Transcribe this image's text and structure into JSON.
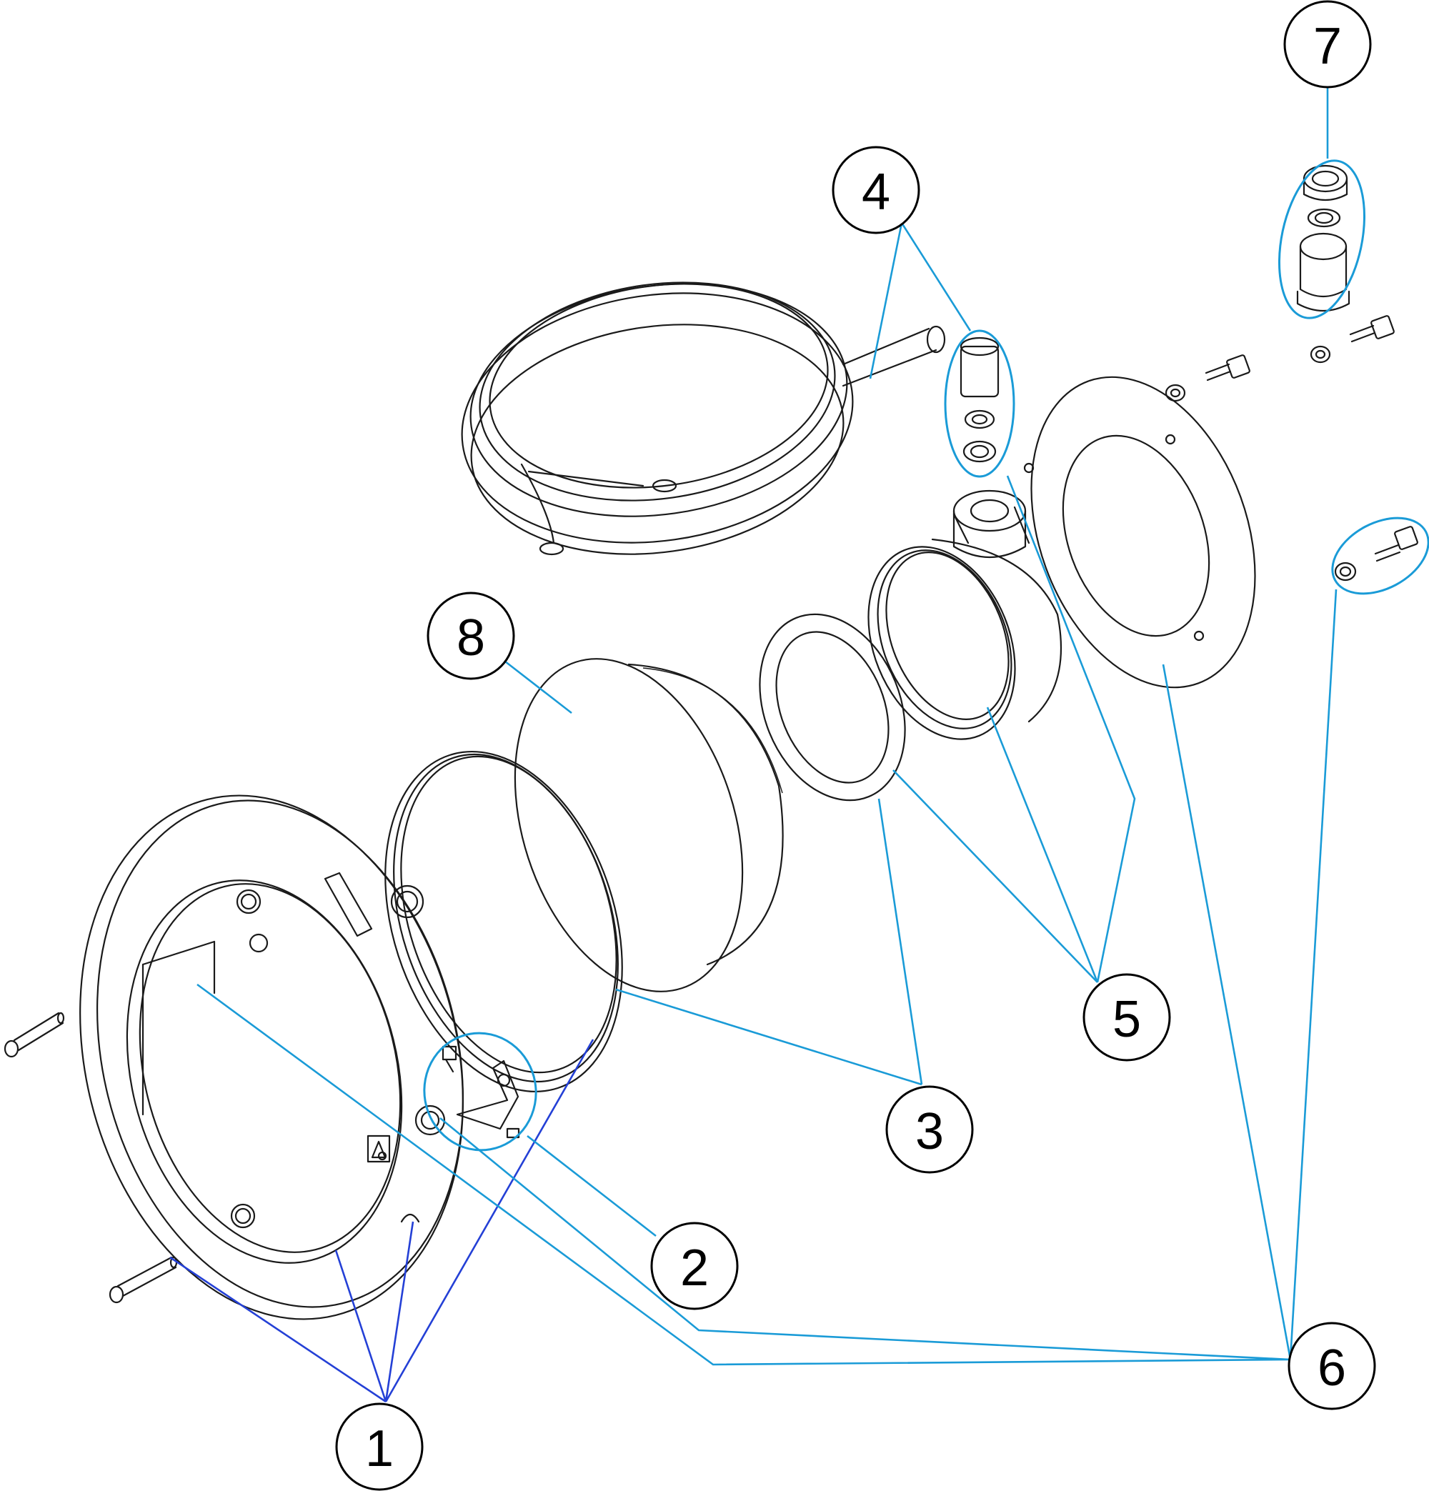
{
  "colors": {
    "leader_light": "#1a9bd7",
    "leader_dark": "#2440d6",
    "part_stroke": "#1a1a1a",
    "callout_stroke": "#000000"
  },
  "callouts": [
    "1",
    "2",
    "3",
    "4",
    "5",
    "6",
    "7",
    "8"
  ]
}
